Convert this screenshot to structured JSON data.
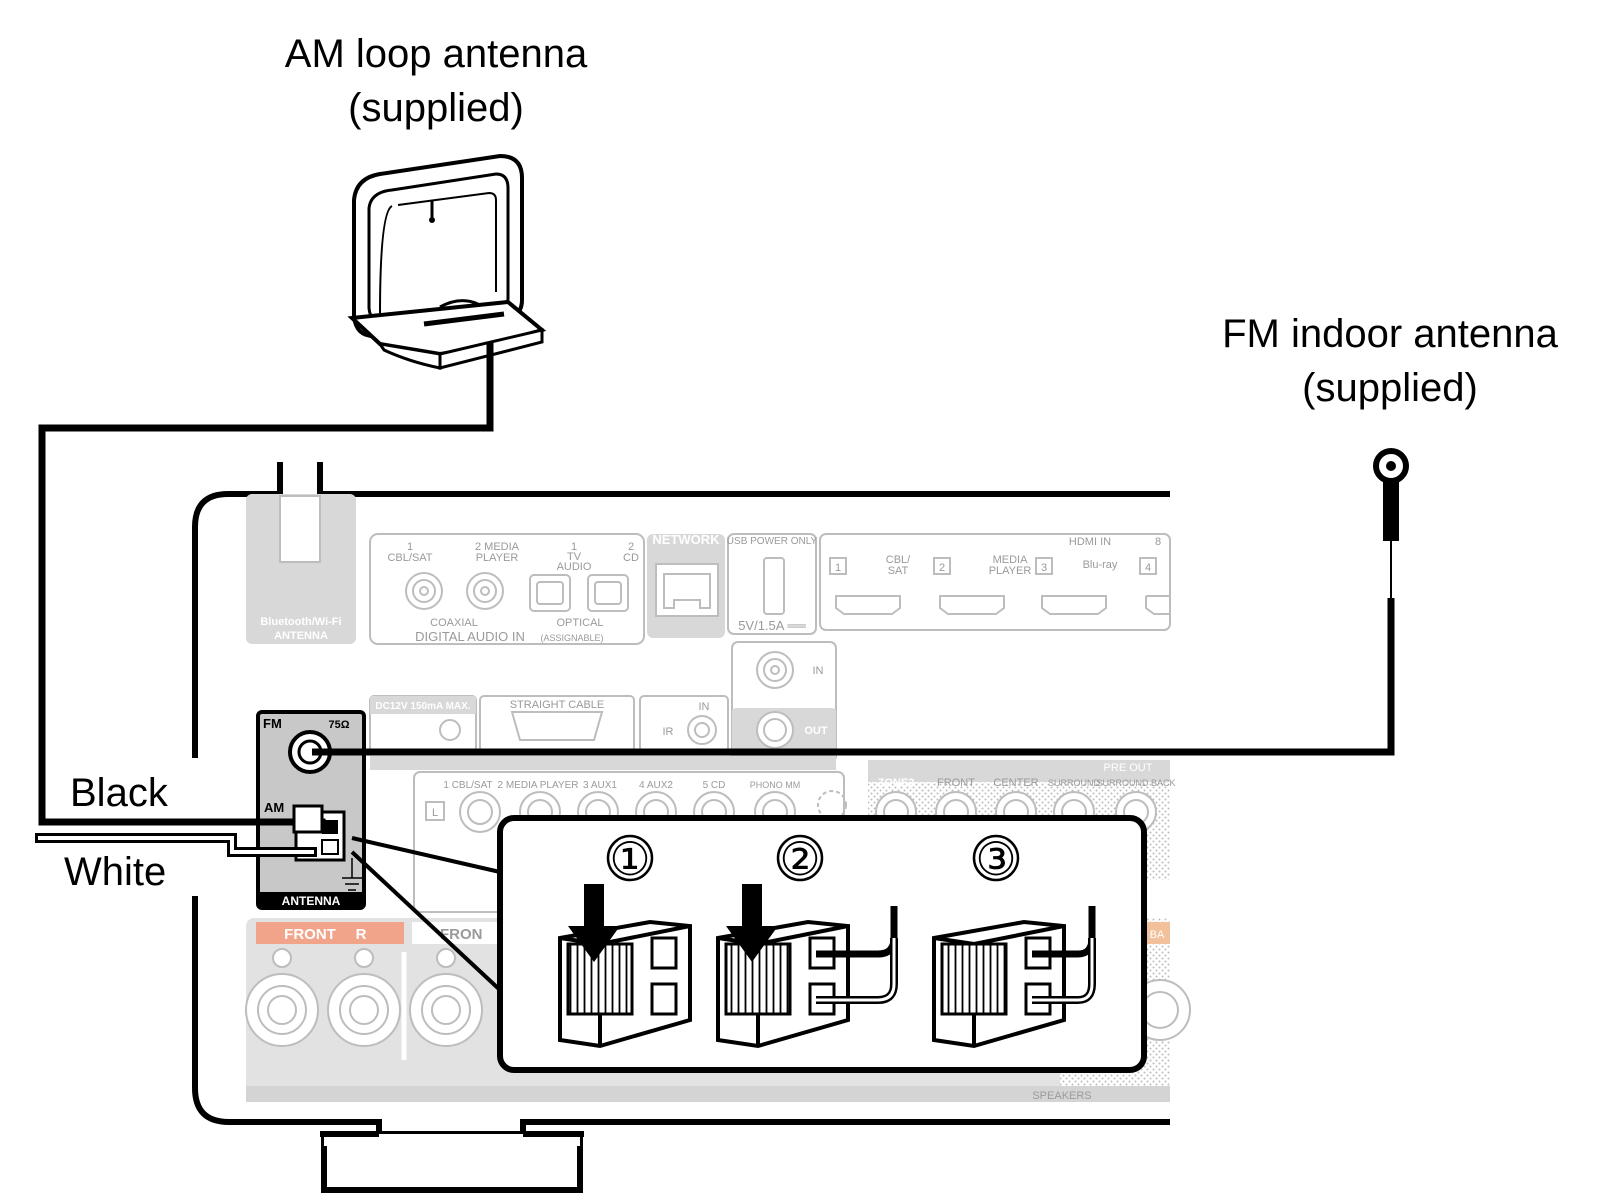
{
  "labels": {
    "am_antenna": {
      "line1": "AM loop antenna",
      "line2": "(supplied)"
    },
    "fm_antenna": {
      "line1": "FM indoor antenna",
      "line2": "(supplied)"
    },
    "wire_black": "Black",
    "wire_white": "White"
  },
  "antenna_panel": {
    "fm": "FM",
    "impedance": "75Ω",
    "am": "AM",
    "title": "ANTENNA"
  },
  "steps": [
    "①",
    "②",
    "③"
  ],
  "rear_panel": {
    "bt_antenna": [
      "Bluetooth/Wi-Fi",
      "ANTENNA"
    ],
    "digital_audio": {
      "coax1": [
        "1",
        "CBL/SAT"
      ],
      "coax2": [
        "2 MEDIA",
        "PLAYER"
      ],
      "opt1": [
        "1",
        "TV",
        "AUDIO"
      ],
      "opt2": [
        "2",
        "CD"
      ],
      "coaxial": "COAXIAL",
      "optical": "OPTICAL",
      "title": "DIGITAL AUDIO IN",
      "assignable": "(ASSIGNABLE)"
    },
    "network": "NETWORK",
    "usb": "USB POWER ONLY",
    "usb_rating": "5V/1.5A ══",
    "hdmi": {
      "title": "HDMI IN",
      "n1": "1",
      "l1": [
        "CBL/",
        "SAT"
      ],
      "n2": "2",
      "l2": [
        "MEDIA",
        "PLAYER"
      ],
      "n3": "3",
      "l3": "Blu-ray",
      "n4": "4",
      "n8": "8"
    },
    "dc": "DC12V 150mA MAX.",
    "straight": "STRAIGHT CABLE",
    "ir": [
      "IN",
      "IR"
    ],
    "rc_in": "IN",
    "rc_out": "OUT",
    "analog": [
      "1 CBL/SAT",
      "2 MEDIA PLAYER",
      "3 AUX1",
      "4 AUX2",
      "5 CD",
      "PHONO MM"
    ],
    "analog_l": "L",
    "zone2": "ZONE2",
    "preout_row": [
      "FRONT",
      "CENTER",
      "SURROUND",
      "SURROUND BACK"
    ],
    "preout": "PRE OUT",
    "front_r": "FRONT",
    "front_r_badge": "R",
    "front_l": "FRON",
    "speakers": "SPEAKERS",
    "side_ba": "BA"
  },
  "colors": {
    "accent": "#f2a48a",
    "panel_line": "#bdbdbd",
    "ink": "#000000"
  }
}
